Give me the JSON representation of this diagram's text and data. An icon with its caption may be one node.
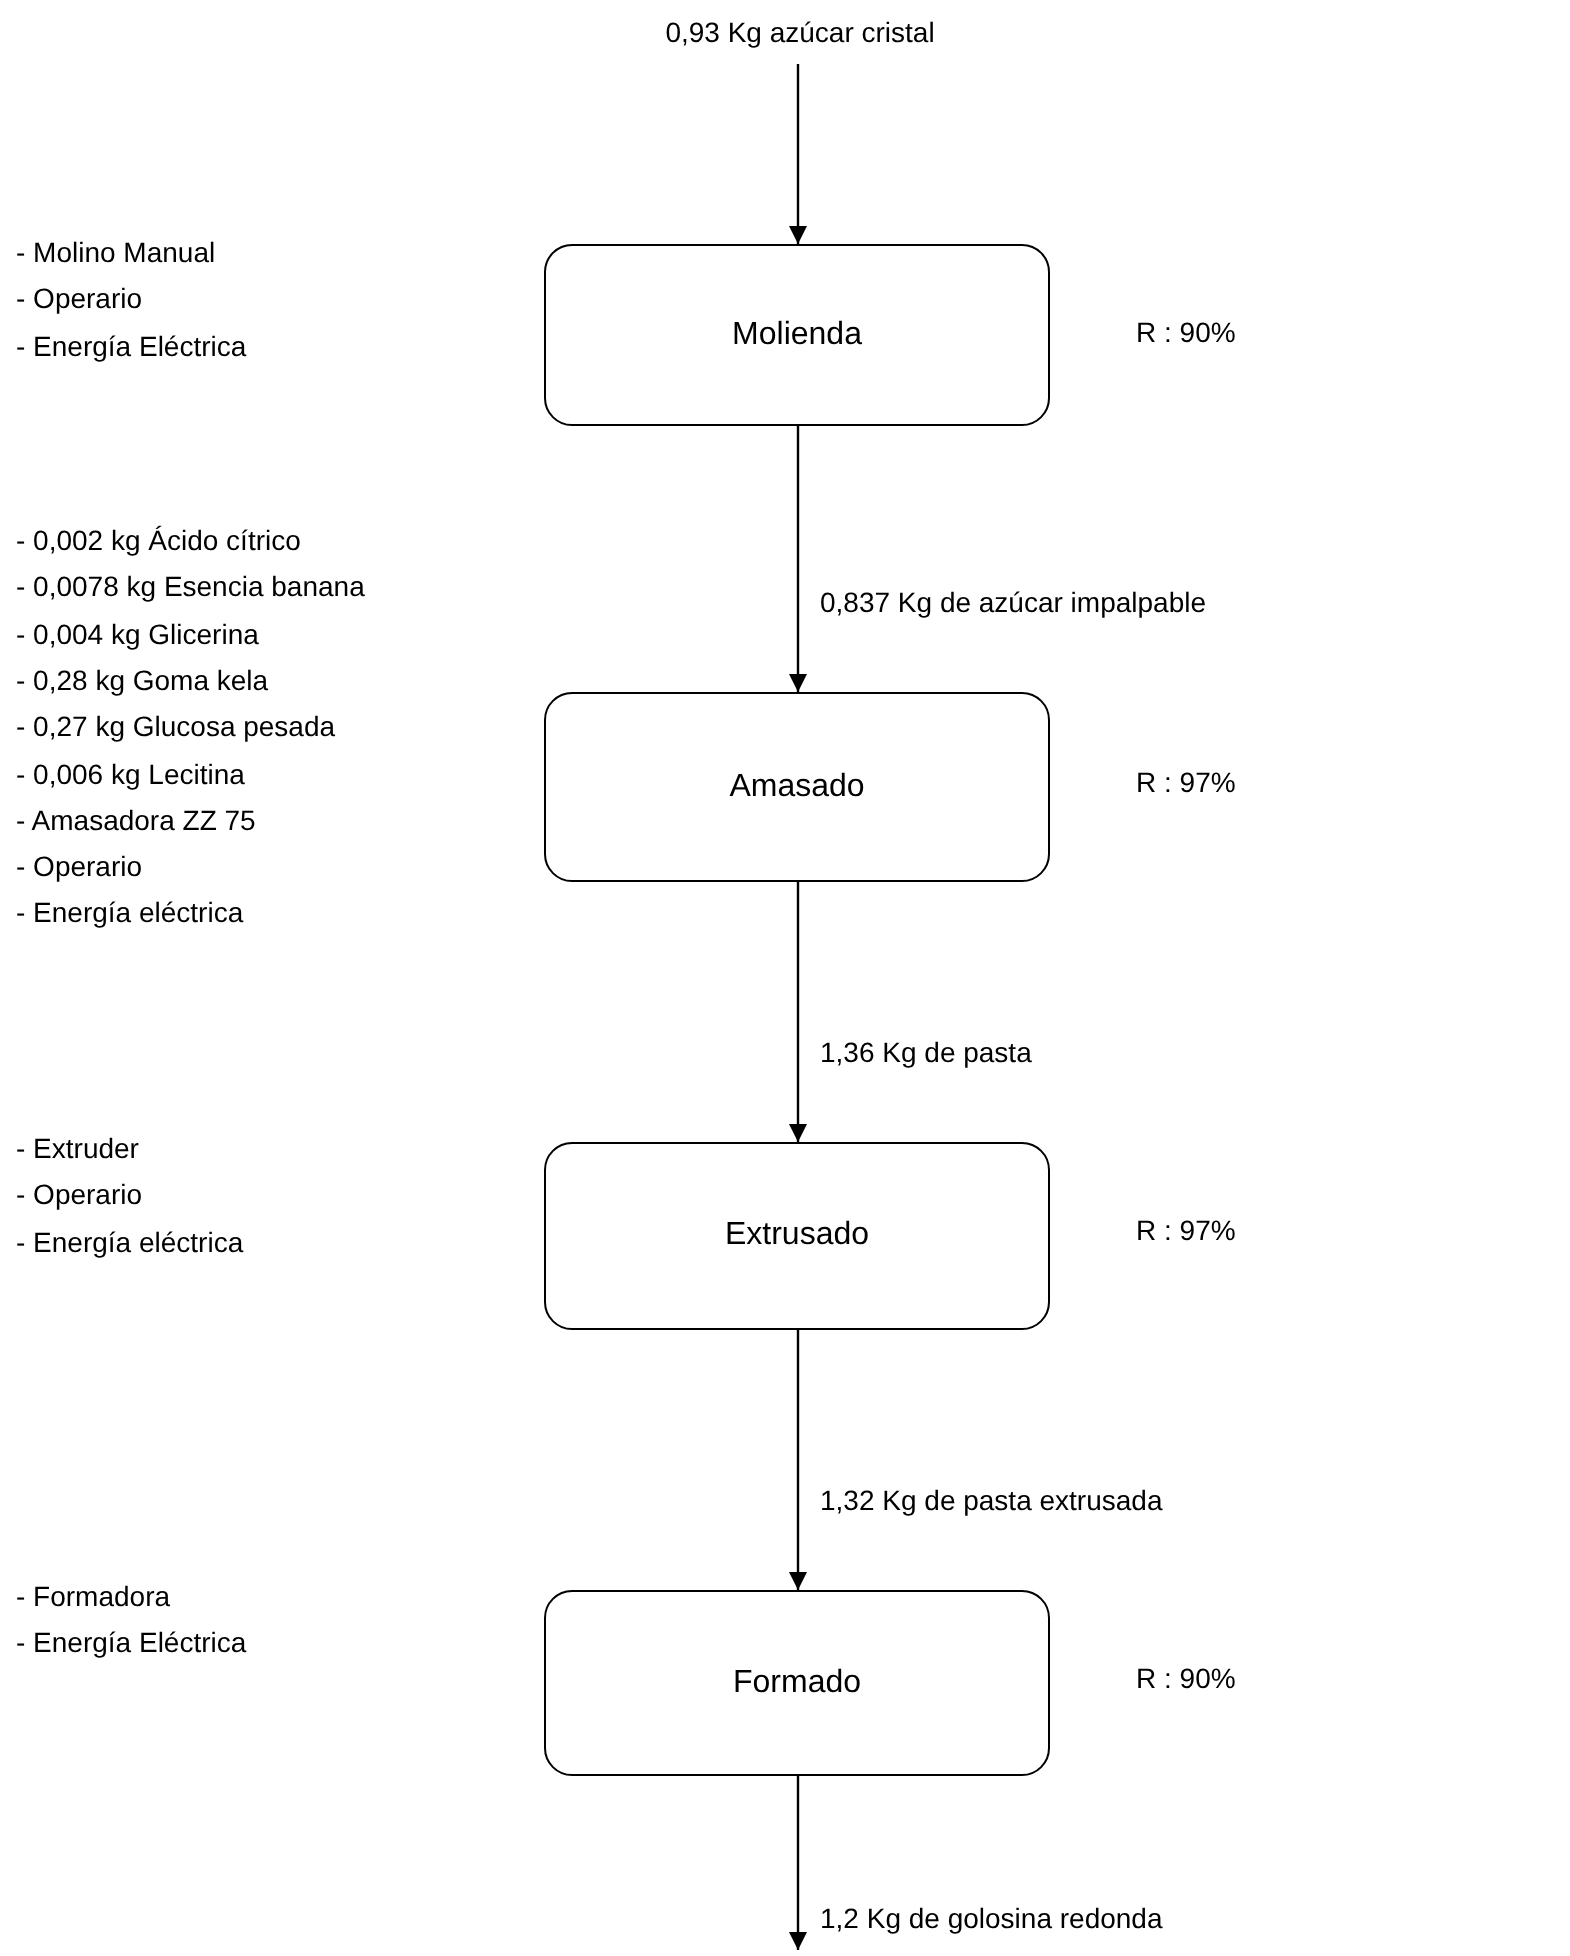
{
  "diagram": {
    "nodes": [
      {
        "text": [
          "0,93 Kg azúcar cristal"
        ]
      },
      {
        "text": [
          "Molienda"
        ],
        "beside": [
          "- Molino  Manual",
          "- Operario",
          "- Energía Eléctrica",
          "R : 90%"
        ]
      },
      {
        "text": [
          "Amasado"
        ],
        "beside": [
          "- 0,002 kg Ácido cítrico",
          "- 0,0078 kg Esencia banana",
          "- 0,004 kg Glicerina",
          "- 0,28 kg Goma kela",
          "- 0,27 kg Glucosa pesada",
          "- 0,006 kg Lecitina",
          "- Amasadora ZZ 75",
          "- Operario",
          "- Energía eléctrica",
          "R : 97%"
        ]
      },
      {
        "text": [
          "Extrusado"
        ],
        "beside": [
          "- Extruder",
          "- Operario",
          "- Energía eléctrica",
          "R : 97%"
        ]
      },
      {
        "text": [
          "Formado"
        ],
        "beside": [
          "- Formadora",
          "- Energía Eléctrica",
          "R : 90%"
        ]
      }
    ],
    "edges": [
      {
        "from": 0,
        "to": 1,
        "arrow": "to"
      },
      {
        "from": 1,
        "to": 2,
        "arrow": "to",
        "label": "0,837 Kg de azúcar impalpable"
      },
      {
        "from": 2,
        "to": 3,
        "arrow": "to",
        "label": "1,36 Kg de pasta"
      },
      {
        "from": 3,
        "to": 4,
        "arrow": "to",
        "label": "1,32 Kg de pasta extrusada"
      },
      {
        "from": 4,
        "to": null,
        "arrow": "to",
        "label": "1,2 Kg de golosina redonda"
      }
    ]
  }
}
